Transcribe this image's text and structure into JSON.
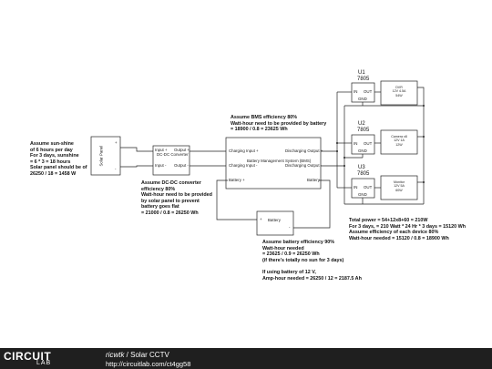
{
  "notes": {
    "sunshine": "Assume sun-shine\nof 6 hours per day\nFor 3 days, sunshine\n= 6 * 3 = 18 hours\nSolar panel should be of\n26250 / 18 = 1458 W",
    "dcdc": "Assume DC-DC converter\nefficiency 80%\nWatt-hour need to be provided\nby solar panel to prevent\nbattery goes flat\n= 21000 / 0.8 = 26250 Wh",
    "bms": "Assume BMS efficiency 80%\nWatt-hour need to be provided by battery\n= 18900 / 0.8 = 23625 Wh",
    "battery": "Assume battery efficiency 90%\nWatt-hour needed\n= 23625 / 0.9 = 26250 Wh\n(if there's totally no sun for 3 days)\n\nIf using battery of 12 V,\nAmp-hour needed = 26250 / 12 = 2187.5 Ah",
    "power": "Total power = 54+12x8+60 = 210W\nFor 3 days, = 210 Watt * 24 Hr * 3 days = 15120 Wh\nAssume efficiency of each device 80%\nWatt-hour needed = 15120 / 0.8 = 18900 Wh"
  },
  "components": {
    "solar_panel": {
      "label": "Solar Panel",
      "plus": "+",
      "minus": "-"
    },
    "converter": {
      "name": "DC-DC Converter",
      "input_plus": "Input +",
      "output_plus": "Output +",
      "input_minus": "Input -",
      "output_minus": "Output -"
    },
    "bms": {
      "name": "Battery Management System (BMS)",
      "charging_plus": "Charging Input +",
      "discharging_plus": "Discharging Output +",
      "charging_minus": "Charging Input -",
      "discharging_minus": "Discharging Output -",
      "battery_plus": "Battery +",
      "battery_minus": "Battery -"
    },
    "battery": {
      "name": "Battery",
      "plus": "+",
      "minus": "-"
    },
    "regulators": [
      {
        "ref": "U1",
        "part": "7805",
        "in": "IN",
        "out": "OUT",
        "gnd": "GND"
      },
      {
        "ref": "U2",
        "part": "7805",
        "in": "IN",
        "out": "OUT",
        "gnd": "GND"
      },
      {
        "ref": "U3",
        "part": "7805",
        "in": "IN",
        "out": "OUT",
        "gnd": "GND"
      }
    ],
    "loads": [
      {
        "name": "DVR\n12V 4.5A\n54W"
      },
      {
        "name": "Camera x8\n12V 1A\n12W"
      },
      {
        "name": "Monitor\n12V 5A\n60W"
      }
    ]
  },
  "footer": {
    "logo_top": "CIRCUIT",
    "logo_bottom": "LAB",
    "user": "ricwtk",
    "separator": " / ",
    "project": "Solar CCTV",
    "url": "http://circuitlab.com/ct4gg58"
  }
}
